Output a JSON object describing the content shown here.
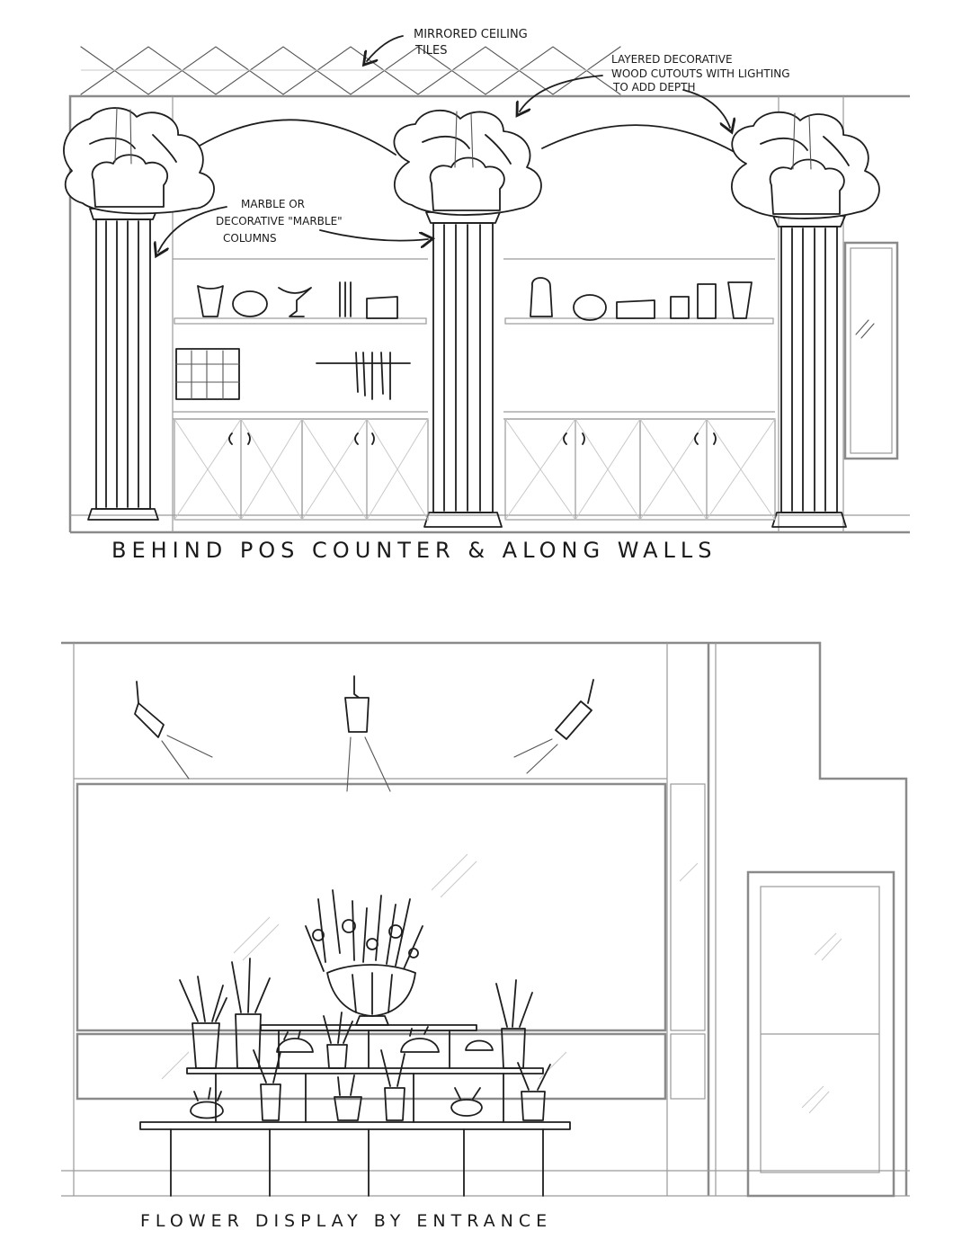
{
  "sketch_top": {
    "caption": "BEHIND POS COUNTER & ALONG WALLS",
    "annotations": {
      "ceiling": [
        "MIRRORED CEILING",
        "TILES"
      ],
      "cutouts": [
        "LAYERED DECORATIVE",
        "WOOD CUTOUTS WITH LIGHTING",
        "TO ADD DEPTH"
      ],
      "columns": [
        "MARBLE OR",
        "DECORATIVE \"MARBLE\"",
        "COLUMNS"
      ]
    }
  },
  "sketch_bottom": {
    "caption": "FLOWER DISPLAY BY ENTRANCE"
  }
}
